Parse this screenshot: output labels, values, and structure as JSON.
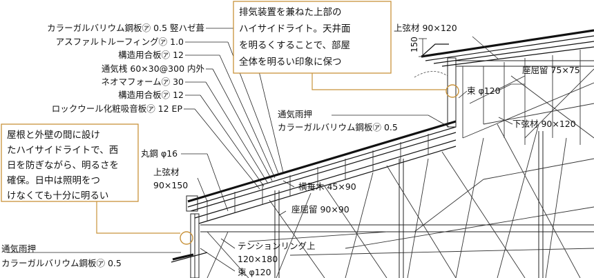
{
  "left_labels": [
    "カラーガルバリウム鋼板㋐ 0.5 竪ハゼ葺",
    "アスファルトルーフィング㋐ 1.0",
    "構造用合板㋐ 12",
    "通気桟 60×30@300 内外",
    "ネオマフォーム㋐ 30",
    "構造用合板㋐ 12",
    "ロックウール化粧吸音板㋐ 12 EP"
  ],
  "notes": {
    "top": [
      "排気装置を兼ねた上部の",
      "ハイサイドライト。天井面",
      "を明るくすることで、部屋",
      "全体を明るい印象に保つ"
    ],
    "left": [
      "屋根と外壁の間に設け",
      "たハイサイドライトで、西",
      "日を防ぎながら、明るさを",
      "確保。日中は照明をつ",
      "けなくても十分に明るい"
    ]
  },
  "labels": {
    "upper_chord_top": "上弦材 90×120",
    "dim_150": "150",
    "zakutsu_75": "座屈留 75×75",
    "tsuka_top": "束 φ120",
    "lower_chord": "下弦材 90×120",
    "vent_upper_1": "通気雨押",
    "vent_upper_2": "カラーガルバリウム鋼板㋐ 0.5",
    "round_steel": "丸鋼 φ16",
    "upper_chord_left_1": "上弦材",
    "upper_chord_left_2": "90×150",
    "yoko_taruki": "横垂木 45×90",
    "zakutsu_90": "座屈留 90×90",
    "vent_lower_1": "通気雨押",
    "vent_lower_2": "カラーガルバリウム鋼板㋐ 0.5",
    "tension_ring_1": "テンションリング上",
    "tension_ring_2": "120×180",
    "tsuka_bottom": "束 φ120"
  },
  "colors": {
    "note_border": "#c8923a",
    "line": "#222222"
  }
}
